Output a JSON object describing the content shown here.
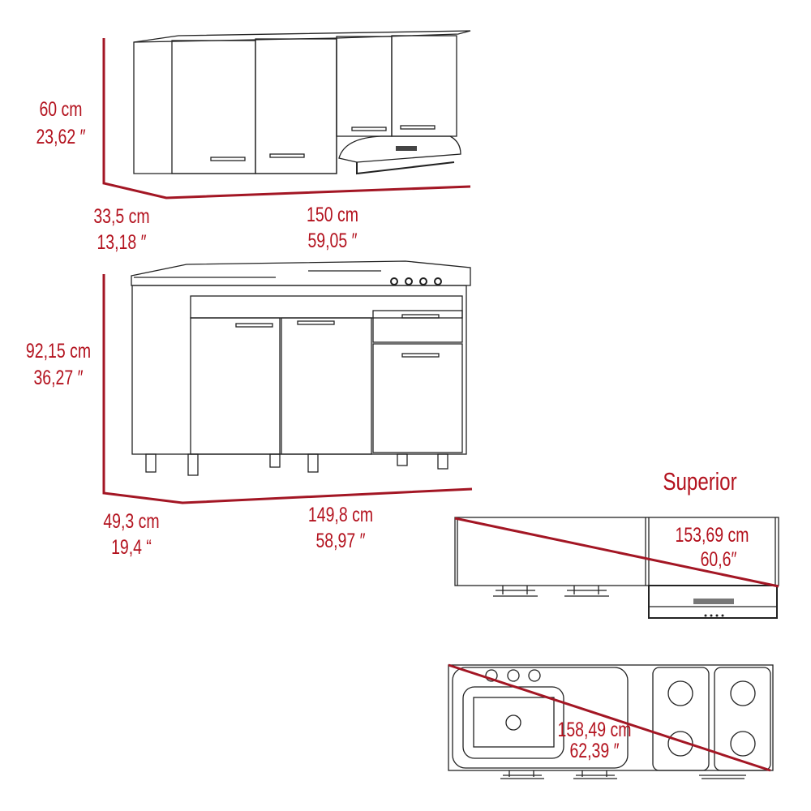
{
  "wall_cabinet": {
    "height_cm": "60 cm",
    "height_in": "23,62 ″",
    "depth_cm": "33,5 cm",
    "depth_in": "13,18 ″",
    "width_cm": "150 cm",
    "width_in": "59,05 ″"
  },
  "base_cabinet": {
    "height_cm": "92,15 cm",
    "height_in": "36,27 ″",
    "depth_cm": "49,3 cm",
    "depth_in": "19,4 “",
    "width_cm": "149,8 cm",
    "width_in": "58,97 ″"
  },
  "top_views": {
    "title": "Superior",
    "wall_diagonal_cm": "153,69 cm",
    "wall_diagonal_in": "60,6″",
    "base_diagonal_cm": "158,49 cm",
    "base_diagonal_in": "62,39 ″"
  },
  "colors": {
    "dimension": "#a31624",
    "label": "#b3121e",
    "line": "#222222"
  }
}
